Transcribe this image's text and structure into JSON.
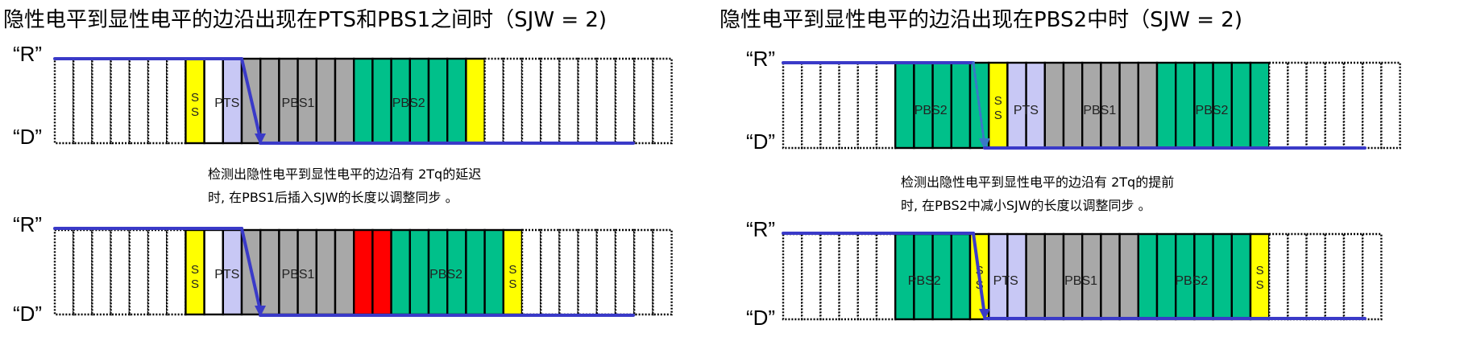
{
  "titles": {
    "left": "隐性电平到显性电平的边沿出现在PTS和PBS1之间时（SJW = 2)",
    "right": "隐性电平到显性电平的边沿出现在PBS2中时（SJW = 2)"
  },
  "levels": {
    "recessive": "“R”",
    "dominant": "“D”"
  },
  "notes": {
    "delay": [
      "检测出隐性电平到显性电平的边沿有 2Tq的延迟",
      "时, 在PBS1后插入SJW的长度以调整同步 。"
    ],
    "advance": [
      "检测出隐性电平到显性电平的边沿有 2Tq的提前",
      "时, 在PBS2中减小SJW的长度以调整同步 。"
    ]
  },
  "segments": {
    "ss": "S S",
    "pts": "PTS",
    "pbs1": "PBS1",
    "pbs2": "PBS2"
  },
  "colors": {
    "ss": "#ffff00",
    "pts": "#c8c8f5",
    "pbs1": "#a8a8a8",
    "pbs2": "#00c08a",
    "sjw_insert": "#ff0000",
    "edge": "#3a3ac8",
    "edge_shift": "#3a78c8"
  }
}
